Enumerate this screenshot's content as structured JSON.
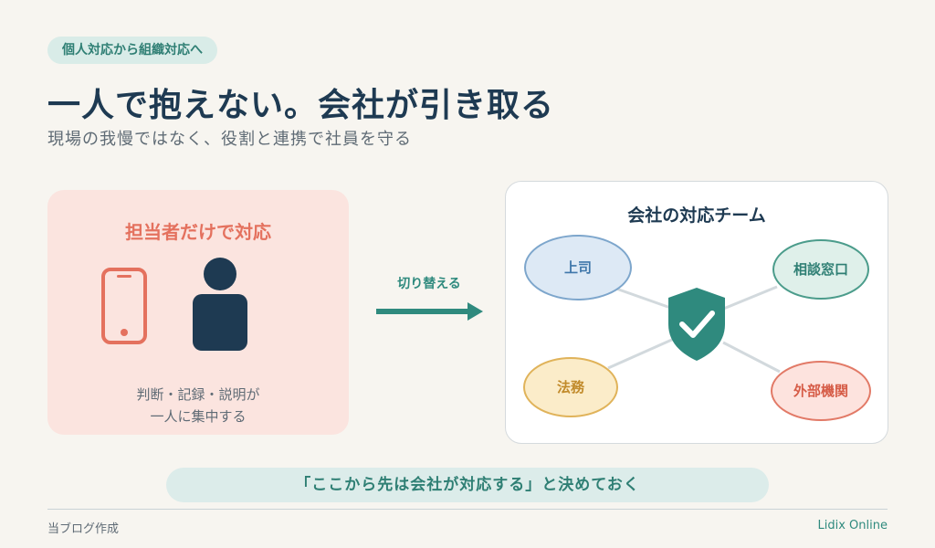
{
  "header": {
    "tag": "個人対応から組織対応へ",
    "title": "一人で抱えない。会社が引き取る",
    "subtitle": "現場の我慢ではなく、役割と連携で社員を守る"
  },
  "left_panel": {
    "title": "担当者だけで対応",
    "description_lines": [
      "判断・記録・説明が",
      "一人に集中する"
    ],
    "icons": [
      "smartphone-icon",
      "person-icon"
    ]
  },
  "arrow": {
    "label": "切り替える"
  },
  "right_panel": {
    "title": "会社の対応チーム",
    "nodes": {
      "boss": "上司",
      "consult": "相談窓口",
      "legal": "法務",
      "external": "外部機関"
    },
    "center_icon": "shield-check-icon"
  },
  "banner": "「ここから先は会社が対応する」と決めておく",
  "footer": {
    "left": "当ブログ作成",
    "right": "Lidix Online"
  },
  "colors": {
    "teal": "#2f8a7e",
    "navy": "#1e3a52",
    "coral": "#e4715e",
    "blue": "#7da6cc",
    "gold": "#e0b35a",
    "background": "#f7f5f0"
  }
}
